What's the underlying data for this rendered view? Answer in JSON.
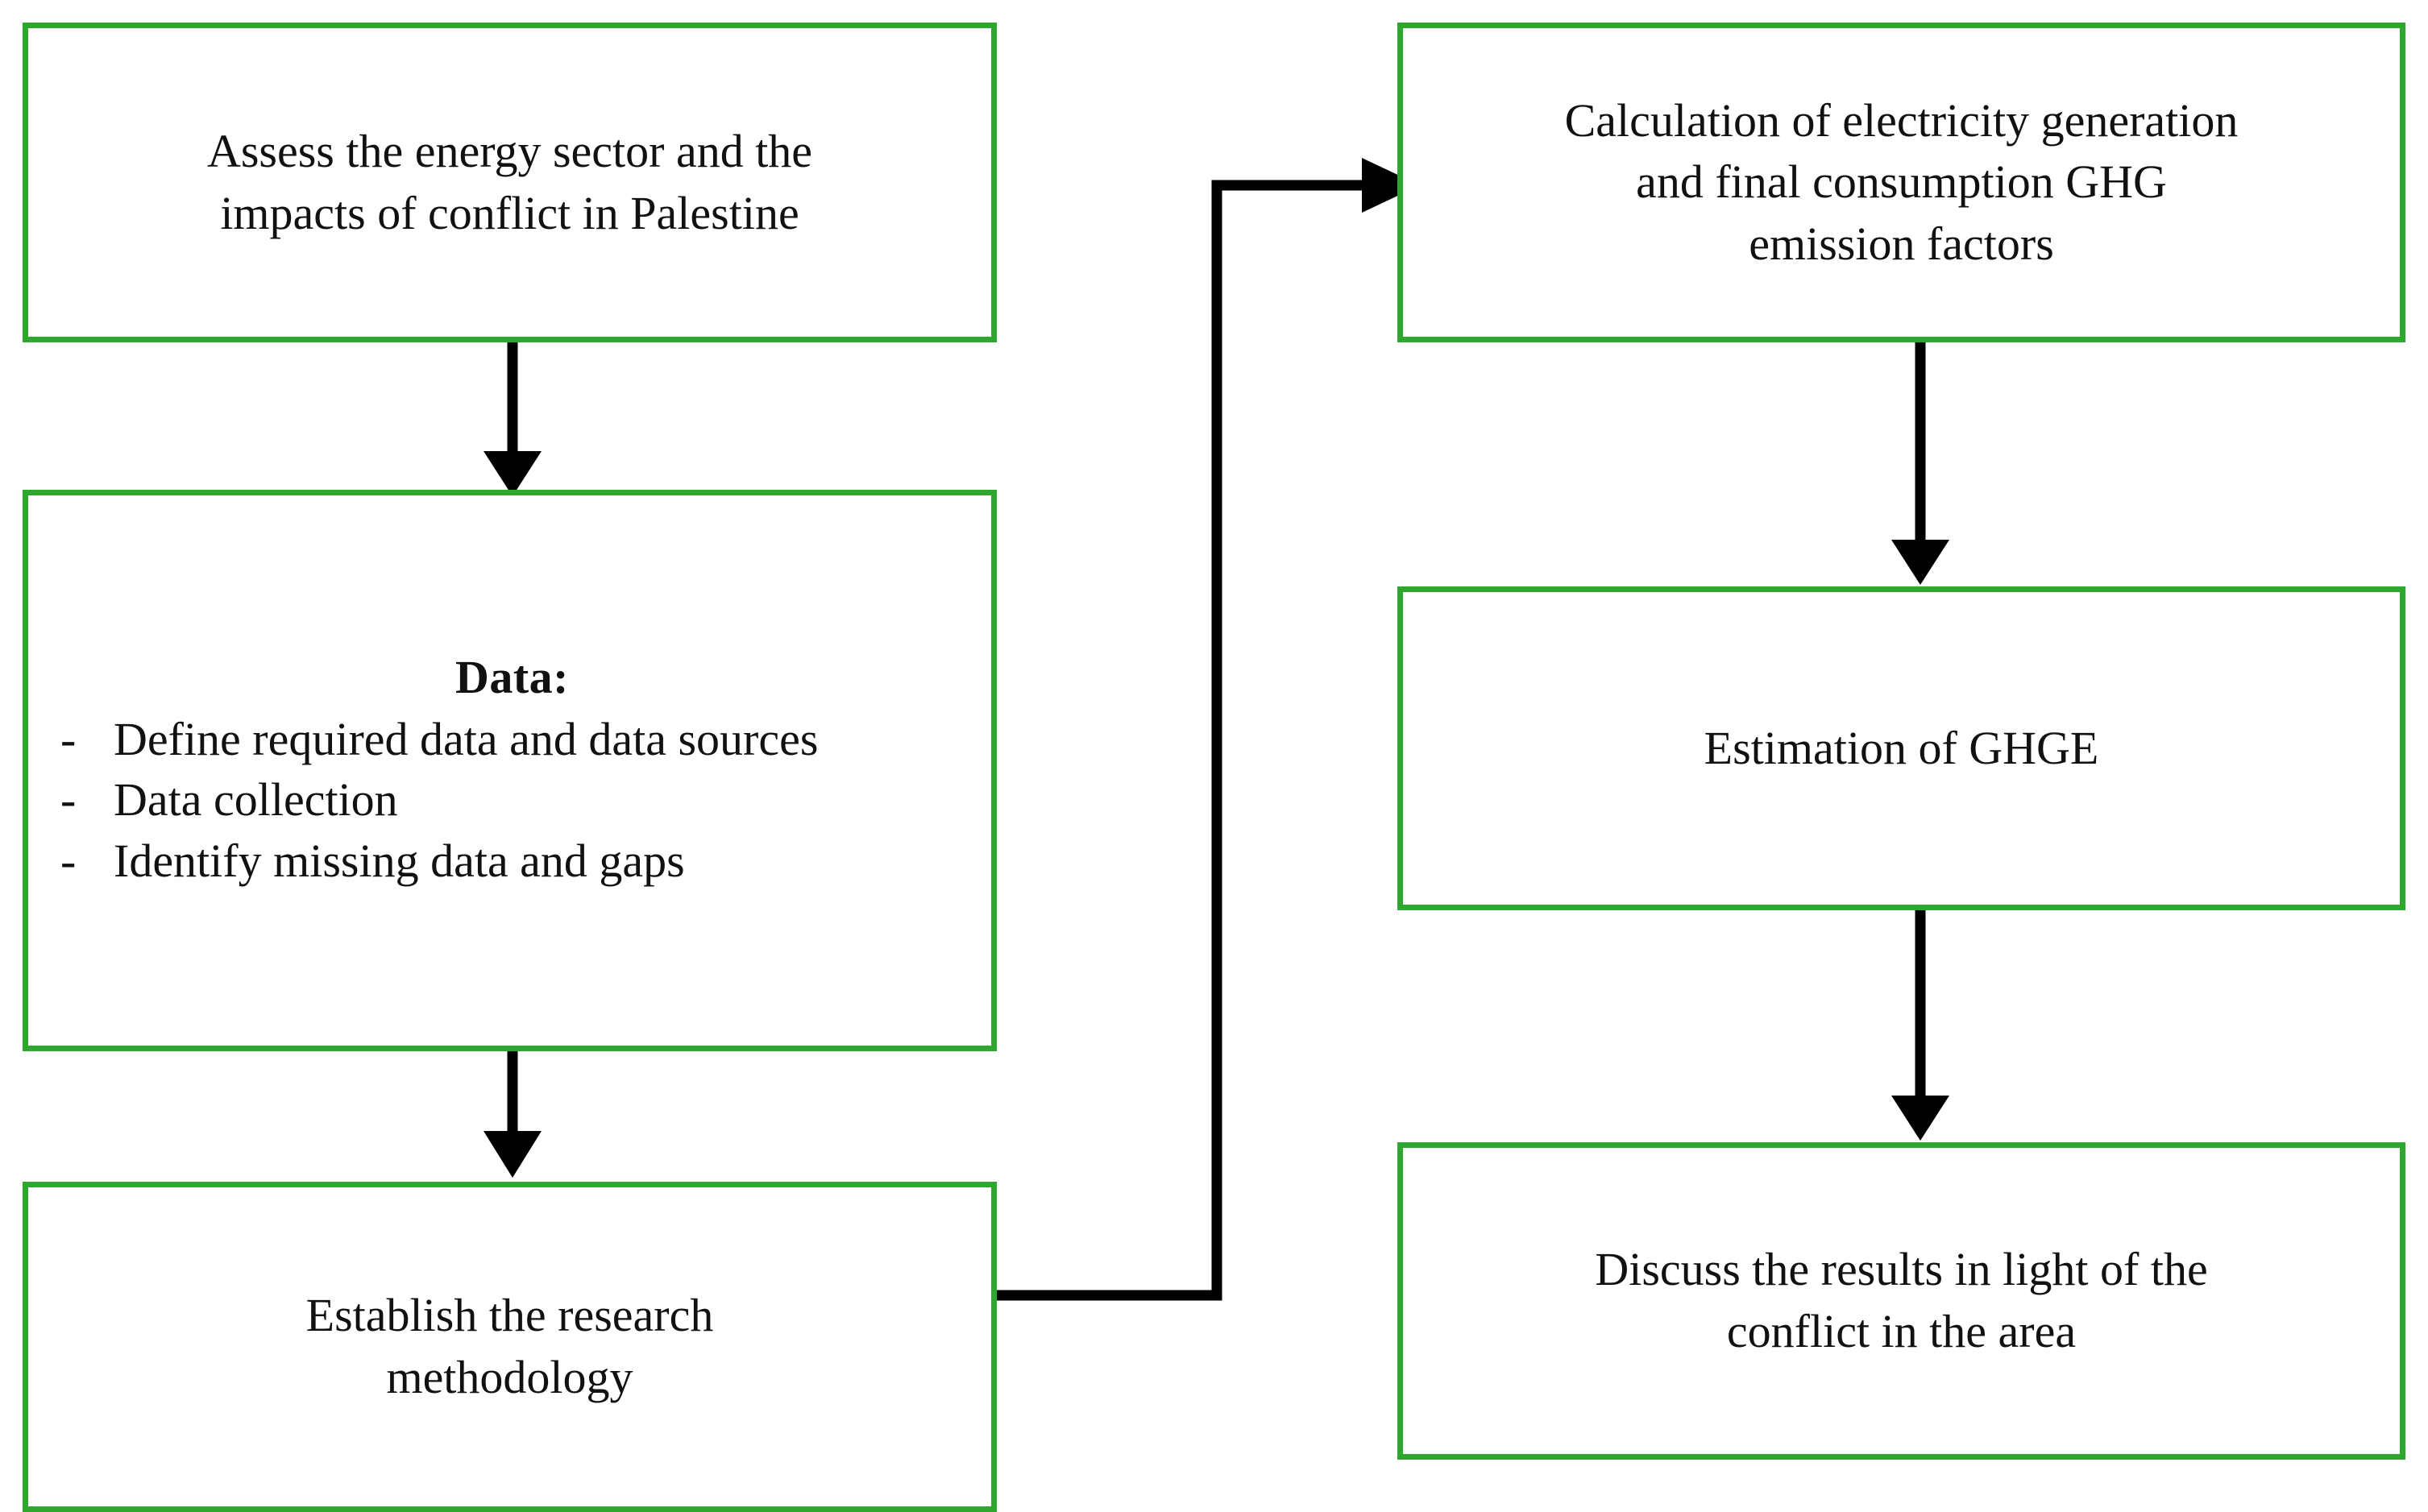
{
  "diagram": {
    "title": "Research methodology flowchart",
    "accent_color": "#2fa72f",
    "connector_color": "#000000",
    "background_color": "#ffffff"
  },
  "nodes": {
    "assess": {
      "id": "assess",
      "line1": "Assess the energy sector and the",
      "line2": "impacts of conflict in Palestine"
    },
    "data": {
      "id": "data",
      "title": "Data:",
      "bullet_marker": "-",
      "items": [
        "Define required data and data sources",
        "Data collection",
        "Identify missing data and gaps"
      ],
      "item_0": "Define required data and data sources",
      "item_1": "Data collection",
      "item_2": "Identify missing data and gaps"
    },
    "methodology": {
      "id": "methodology",
      "line1": "Establish the research",
      "line2": "methodology"
    },
    "calculation": {
      "id": "calculation",
      "line1": "Calculation  of electricity generation",
      "line2": "and final consumption GHG",
      "line3": "emission factors"
    },
    "estimation": {
      "id": "estimation",
      "line1": "Estimation of GHGE"
    },
    "discussion": {
      "id": "discussion",
      "line1": "Discuss the results in light of the",
      "line2": "conflict in the area"
    }
  },
  "connectors": [
    {
      "id": "assess-to-data",
      "from": "assess",
      "to": "data",
      "style": "straight-down",
      "arrowhead": true
    },
    {
      "id": "data-to-methodology",
      "from": "data",
      "to": "methodology",
      "style": "straight-down",
      "arrowhead": true
    },
    {
      "id": "methodology-to-calc",
      "from": "methodology",
      "to": "calculation",
      "style": "elbow-right-up",
      "arrowhead": true
    },
    {
      "id": "calc-to-estimation",
      "from": "calculation",
      "to": "estimation",
      "style": "straight-down",
      "arrowhead": true
    },
    {
      "id": "estimation-to-discuss",
      "from": "estimation",
      "to": "discussion",
      "style": "straight-down",
      "arrowhead": true
    }
  ]
}
